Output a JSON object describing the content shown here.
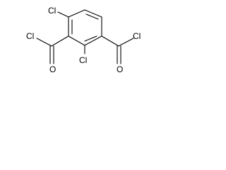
{
  "molecule": {
    "atoms": {
      "cl_top": "Cl",
      "cl_left_acyl": "Cl",
      "o_left_acyl": "O",
      "cl_middle": "Cl",
      "o_right_acyl": "O",
      "cl_right_acyl": "Cl"
    }
  }
}
